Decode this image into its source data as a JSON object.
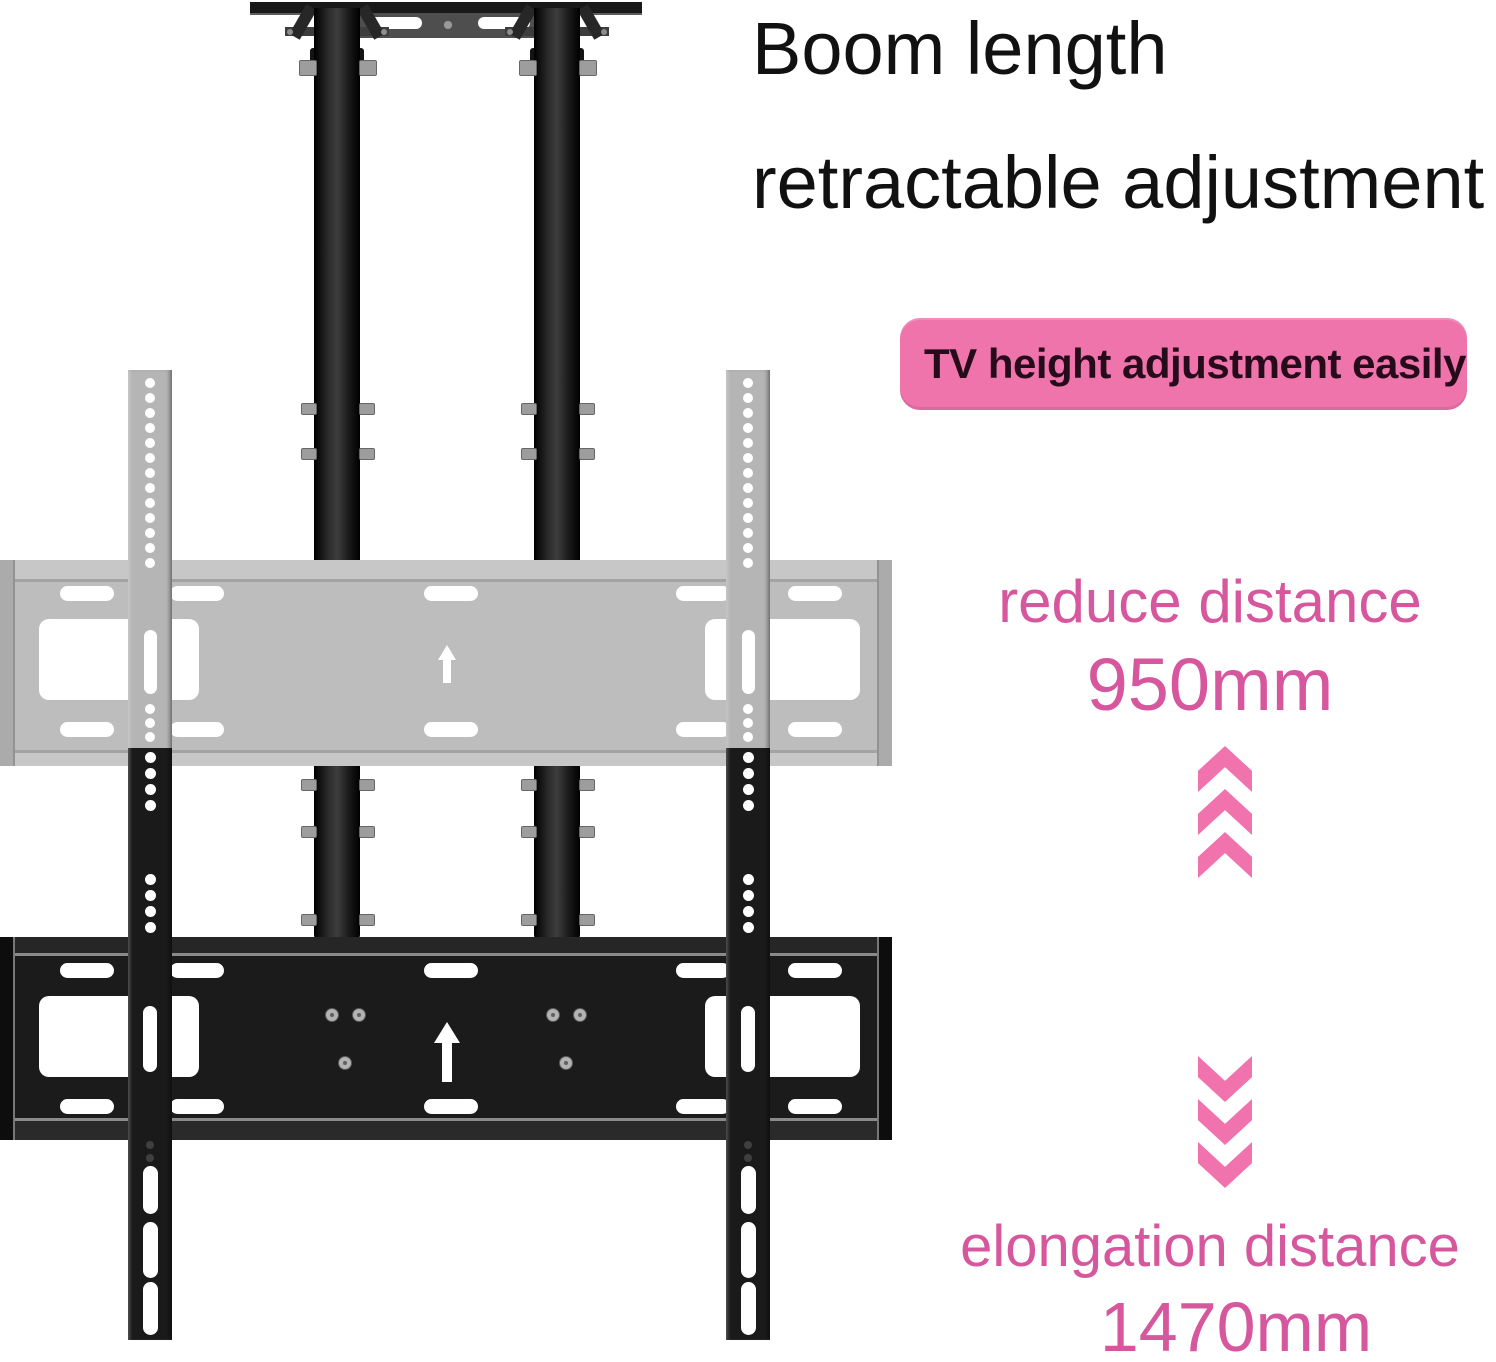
{
  "colors": {
    "accent_pink": "#f173ad",
    "pink_text": "#d6579d",
    "banner_bg": "#ee74ab",
    "banner_text": "#260b1b",
    "heading_text": "#111111"
  },
  "heading": {
    "line1": "Boom length",
    "line2": "retractable adjustment"
  },
  "banner": {
    "label": "TV height adjustment easily"
  },
  "annotations": {
    "reduce": {
      "label": "reduce distance",
      "value": "950mm"
    },
    "elongation": {
      "label": "elongation distance",
      "value": "1470mm"
    }
  },
  "diagram": {
    "up_chevrons": 3,
    "down_chevrons": 3,
    "icons": [
      "chevron-up-icon",
      "chevron-down-icon",
      "up-arrow-icon"
    ]
  }
}
